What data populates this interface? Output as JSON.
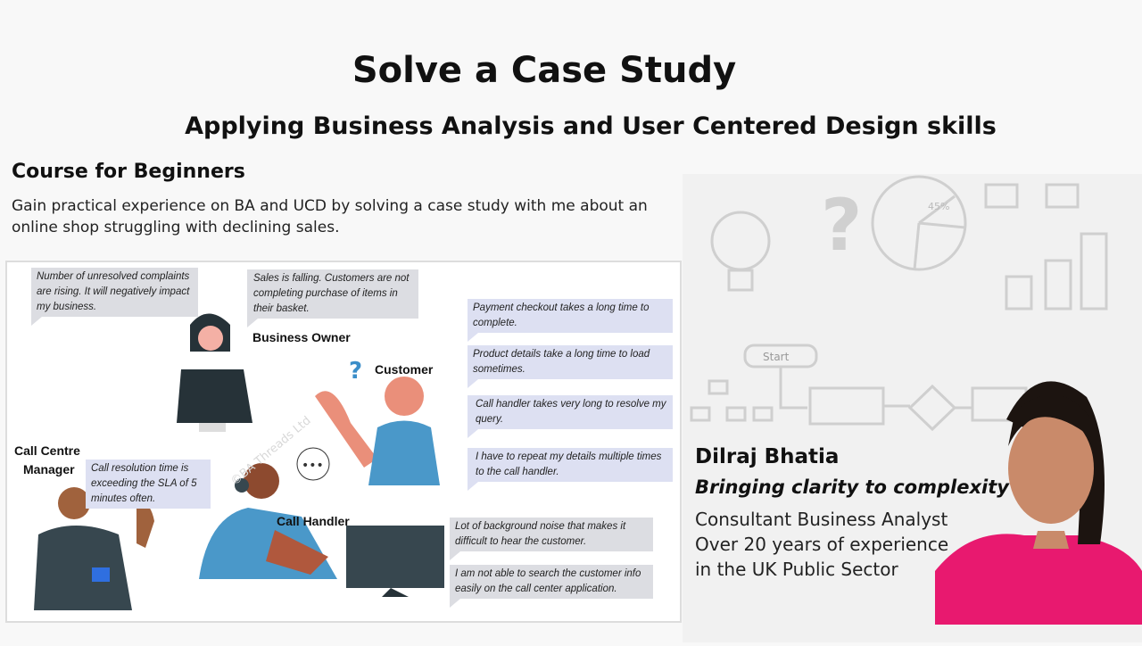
{
  "header": {
    "title": "Solve a Case Study",
    "subtitle": "Applying Business Analysis and User Centered Design skills"
  },
  "course": {
    "heading": "Course for Beginners",
    "description": "Gain practical experience on BA and UCD by solving a case study  with me about an online shop struggling with declining sales."
  },
  "illustration": {
    "watermark": "©BA Threads Ltd",
    "roles": {
      "business_owner": "Business Owner",
      "customer": "Customer",
      "call_centre_manager_1": "Call Centre",
      "call_centre_manager_2": "Manager",
      "call_handler": "Call Handler"
    },
    "business_owner_quotes": [
      "Number of unresolved complaints are rising. It will negatively impact my business.",
      "Sales is falling. Customers are not completing purchase of items in their basket."
    ],
    "customer_quotes": [
      "Payment checkout takes a long time to complete.",
      "Product details take a long time to load sometimes.",
      "Call handler takes very long to resolve my query.",
      "I have to repeat my details multiple times to the call handler."
    ],
    "manager_quote": "Call resolution time is exceeding the SLA of 5 minutes often.",
    "call_handler_quotes": [
      "Lot of background noise that makes it difficult to hear the customer.",
      "I am not able to search the customer info easily on the call center application."
    ]
  },
  "background_sketch": {
    "start_label": "Start",
    "pie_label": "45%"
  },
  "presenter": {
    "name": "Dilraj Bhatia",
    "tagline": "Bringing clarity to complexity",
    "lines": [
      "Consultant Business Analyst",
      "Over 20 years of experience",
      "in the UK Public Sector"
    ]
  }
}
